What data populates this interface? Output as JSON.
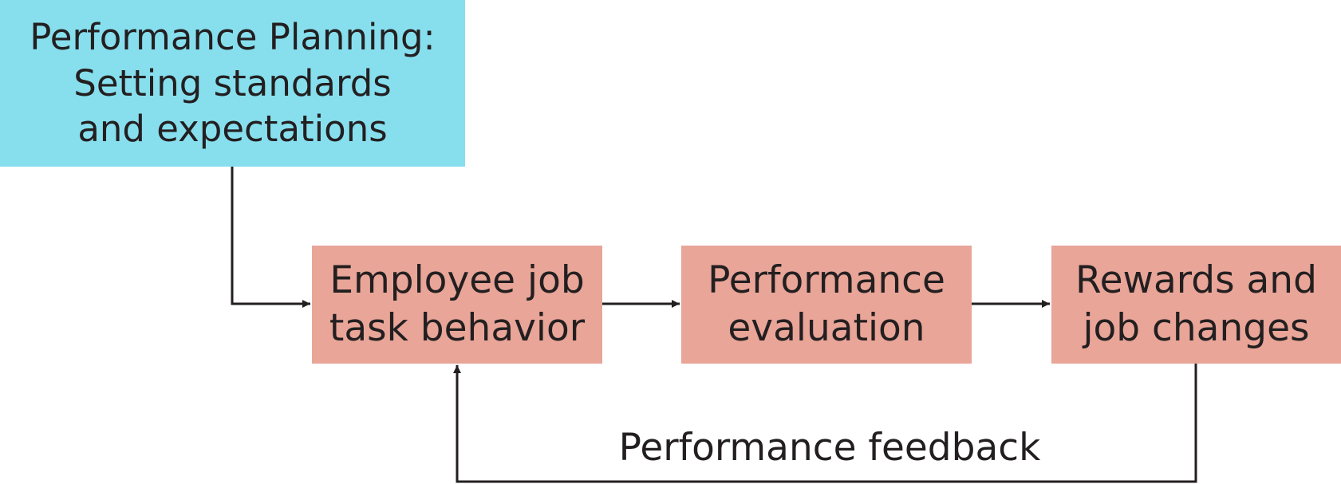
{
  "nodes": {
    "planning": {
      "lines": [
        "Performance Planning:",
        "Setting standards",
        "and expectations"
      ],
      "color": "#87dfee"
    },
    "behavior": {
      "lines": [
        "Employee job",
        "task behavior"
      ],
      "color": "#e8a598"
    },
    "evaluation": {
      "lines": [
        "Performance",
        "evaluation"
      ],
      "color": "#e8a598"
    },
    "rewards": {
      "lines": [
        "Rewards and",
        "job changes"
      ],
      "color": "#e8a598"
    }
  },
  "edges": {
    "feedback_label": "Performance feedback"
  },
  "line_color": "#231f20"
}
